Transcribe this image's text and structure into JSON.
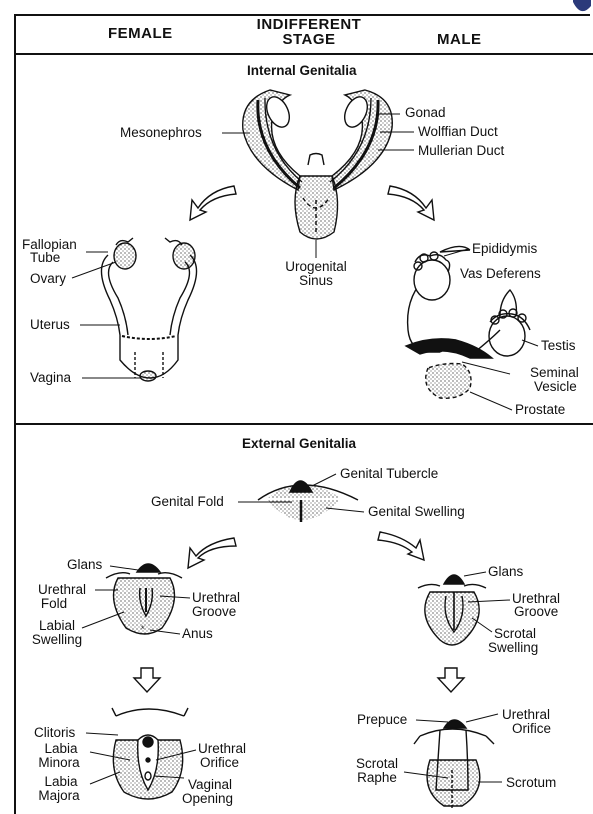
{
  "header": {
    "female": "FEMALE",
    "indifferent_line1": "INDIFFERENT",
    "indifferent_line2": "STAGE",
    "male": "MALE"
  },
  "internal": {
    "title": "Internal Genitalia",
    "labels": {
      "gonad": "Gonad",
      "wolffian_duct": "Wolffian Duct",
      "mullerian_duct": "Mullerian Duct",
      "mesonephros": "Mesonephros",
      "urogenital_sinus_1": "Urogenital",
      "urogenital_sinus_2": "Sinus",
      "fallopian_tube_1": "Fallopian",
      "fallopian_tube_2": "Tube",
      "ovary": "Ovary",
      "uterus": "Uterus",
      "vagina": "Vagina",
      "epididymis": "Epididymis",
      "vas_deferens": "Vas Deferens",
      "testis": "Testis",
      "seminal_vesicle_1": "Seminal",
      "seminal_vesicle_2": "Vesicle",
      "prostate": "Prostate"
    }
  },
  "external": {
    "title": "External Genitalia",
    "labels": {
      "genital_tubercle": "Genital Tubercle",
      "genital_fold": "Genital Fold",
      "genital_swelling": "Genital Swelling",
      "glans_f": "Glans",
      "urethral_fold_1": "Urethral",
      "urethral_fold_2": "Fold",
      "urethral_groove_f_1": "Urethral",
      "urethral_groove_f_2": "Groove",
      "labial_swelling_1": "Labial",
      "labial_swelling_2": "Swelling",
      "anus": "Anus",
      "glans_m": "Glans",
      "urethral_groove_m_1": "Urethral",
      "urethral_groove_m_2": "Groove",
      "scrotal_swelling_1": "Scrotal",
      "scrotal_swelling_2": "Swelling",
      "clitoris": "Clitoris",
      "labia_minora_1": "Labia",
      "labia_minora_2": "Minora",
      "labia_majora_1": "Labia",
      "labia_majora_2": "Majora",
      "urethral_orifice_f_1": "Urethral",
      "urethral_orifice_f_2": "Orifice",
      "vaginal_opening_1": "Vaginal",
      "vaginal_opening_2": "Opening",
      "prepuce": "Prepuce",
      "urethral_orifice_m_1": "Urethral",
      "urethral_orifice_m_2": "Orifice",
      "scrotal_raphe_1": "Scrotal",
      "scrotal_raphe_2": "Raphe",
      "scrotum": "Scrotum"
    }
  },
  "colors": {
    "ink": "#111111",
    "logo": "#2b3a7a"
  }
}
